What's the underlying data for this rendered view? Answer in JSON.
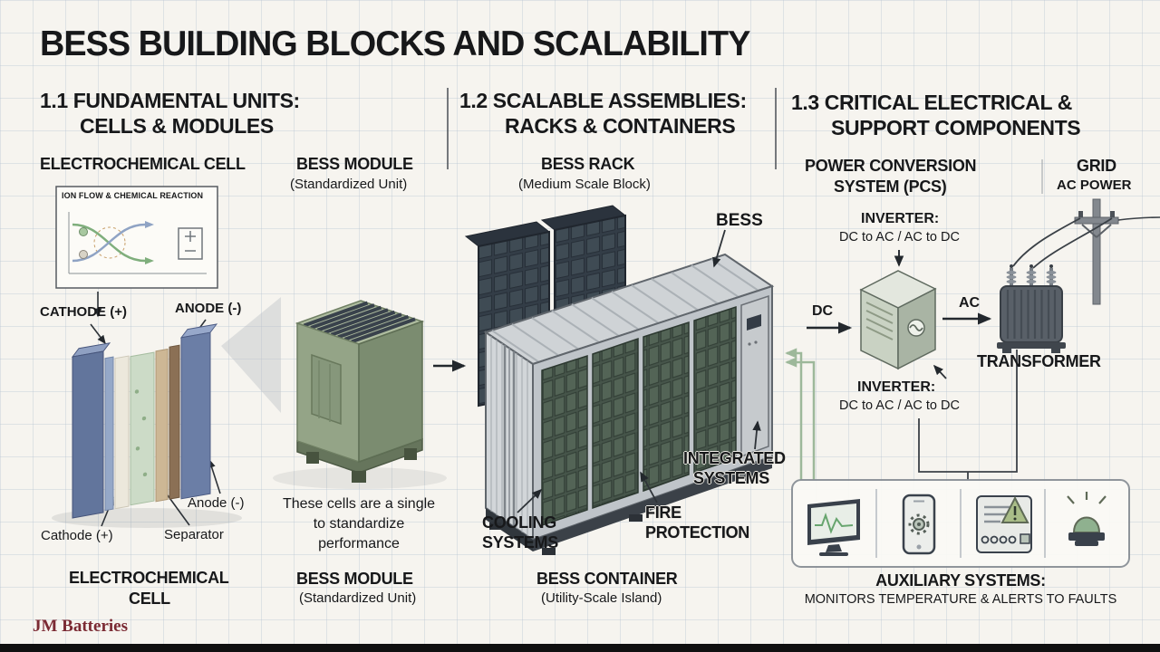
{
  "title": "BESS BUILDING BLOCKS AND SCALABILITY",
  "watermark": "JM Batteries",
  "colors": {
    "accent_green": "#9db89a",
    "ink": "#17181a",
    "container_gray": "#bfc4c9",
    "module_green": "#94a487",
    "watermark_maroon": "#7b2a33"
  },
  "section1": {
    "heading1": "1.1 FUNDAMENTAL UNITS:",
    "heading2": "CELLS & MODULES",
    "cell_header": "ELECTROCHEMICAL CELL",
    "module_header": "BESS MODULE",
    "module_header_sub": "(Standardized Unit)",
    "inset_title": "ION FLOW & CHEMICAL REACTION",
    "cathode_top": "CATHODE (+)",
    "anode_top": "ANODE (-)",
    "anode_bottom": "Anode (-)",
    "separator": "Separator",
    "cathode_bottom": "Cathode (+)",
    "cell_caption1": "ELECTROCHEMICAL",
    "cell_caption2": "CELL",
    "module_note1": "These cells are a single",
    "module_note2": "to standardize",
    "module_note3": "performance",
    "module_caption": "BESS MODULE",
    "module_caption_sub": "(Standardized Unit)"
  },
  "section2": {
    "heading1": "1.2 SCALABLE ASSEMBLIES:",
    "heading2": "RACKS & CONTAINERS",
    "rack_header": "BESS RACK",
    "rack_header_sub": "(Medium Scale Block)",
    "bess_label": "BESS",
    "cooling1": "COOLING",
    "cooling2": "SYSTEMS",
    "fire1": "FIRE",
    "fire2": "PROTECTION",
    "integrated1": "INTEGRATED",
    "integrated2": "SYSTEMS",
    "container_caption": "BESS CONTAINER",
    "container_caption_sub": "(Utility-Scale Island)"
  },
  "section3": {
    "heading1": "1.3 CRITICAL ELECTRICAL &",
    "heading2": "SUPPORT COMPONENTS",
    "pcs_header1": "POWER CONVERSION",
    "pcs_header2": "SYSTEM (PCS)",
    "grid_header": "GRID",
    "grid_header_sub": "AC POWER",
    "inverter_top": "INVERTER:",
    "inverter_top_sub": "DC to AC / AC to DC",
    "dc": "DC",
    "ac": "AC",
    "inverter_bottom": "INVERTER:",
    "inverter_bottom_sub": "DC to AC / AC to DC",
    "transformer": "TRANSFORMER",
    "aux_header": "AUXILIARY SYSTEMS:",
    "aux_sub": "MONITORS TEMPERATURE & ALERTS TO FAULTS",
    "aux_icons": [
      "monitor-icon",
      "smartphone-icon",
      "control-panel-icon",
      "alarm-beacon-icon"
    ]
  }
}
